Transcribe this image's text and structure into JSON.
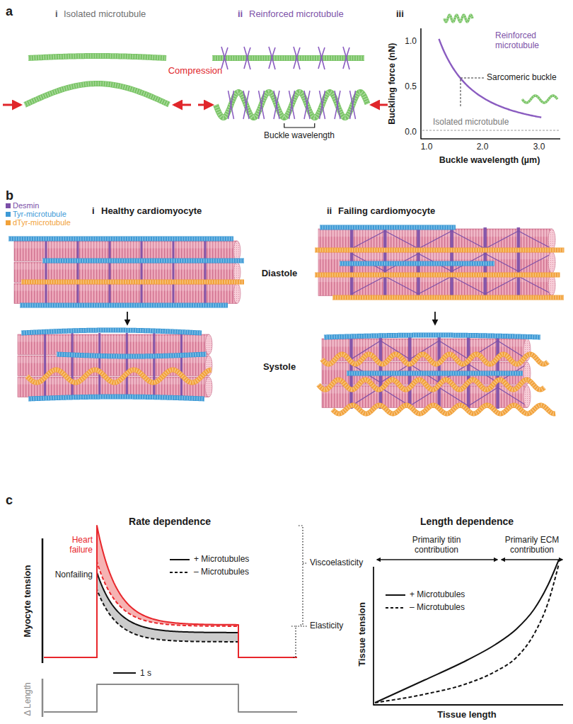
{
  "diagram": {
    "labels": [
      "a",
      "i",
      "Isolated microtubule",
      "ii",
      "Reinforced microtubule",
      "Compression",
      "Buckle wavelength",
      "iii",
      "1.0",
      "0.5",
      "0.0",
      "Buckling force (nN)",
      "1.0",
      "2.0",
      "3.0",
      "Buckle wavelength (µm)",
      "Reinforced microtubule",
      "Sarcomeric buckle",
      "Isolated microtubule",
      "b",
      "i",
      "Healthy cardiomyocyte",
      "ii",
      "Failing cardiomyocyte",
      "Diastole",
      "Systole",
      "c",
      "Rate dependence",
      "Myocyte tension",
      "Heart failure",
      "Nonfailing",
      "Viscoelasticity",
      "Elasticity",
      "1 s",
      "Δ Length",
      "Length dependence",
      "Primarily titin contribution",
      "Primarily ECM contribution",
      "Tissue tension",
      "Tissue length"
    ],
    "legend": [
      {
        "text": "Desmin",
        "color": "#7b4fa8"
      },
      {
        "text": "Tyr-microtubule",
        "color": "#3d9ad6"
      },
      {
        "text": "dTyr-microtubule",
        "color": "#f2a23a"
      },
      {
        "text": "+ Microtubules"
      },
      {
        "text": "– Microtubules"
      },
      {
        "text": "+ Microtubules"
      },
      {
        "text": "– Microtubules"
      }
    ]
  }
}
